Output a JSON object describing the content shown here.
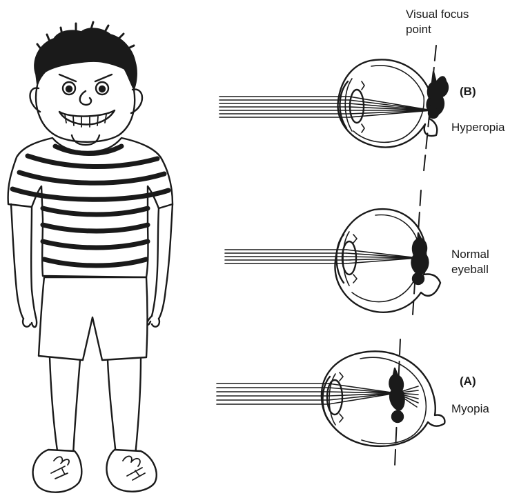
{
  "labels": {
    "focus_line1": "Visual focus",
    "focus_line2": "point",
    "b_letter": "(B)",
    "hyperopia": "Hyperopia",
    "normal_line1": "Normal",
    "normal_line2": "eyeball",
    "a_letter": "(A)",
    "myopia": "Myopia"
  },
  "colors": {
    "ink": "#1a1a1a",
    "background": "#ffffff"
  }
}
